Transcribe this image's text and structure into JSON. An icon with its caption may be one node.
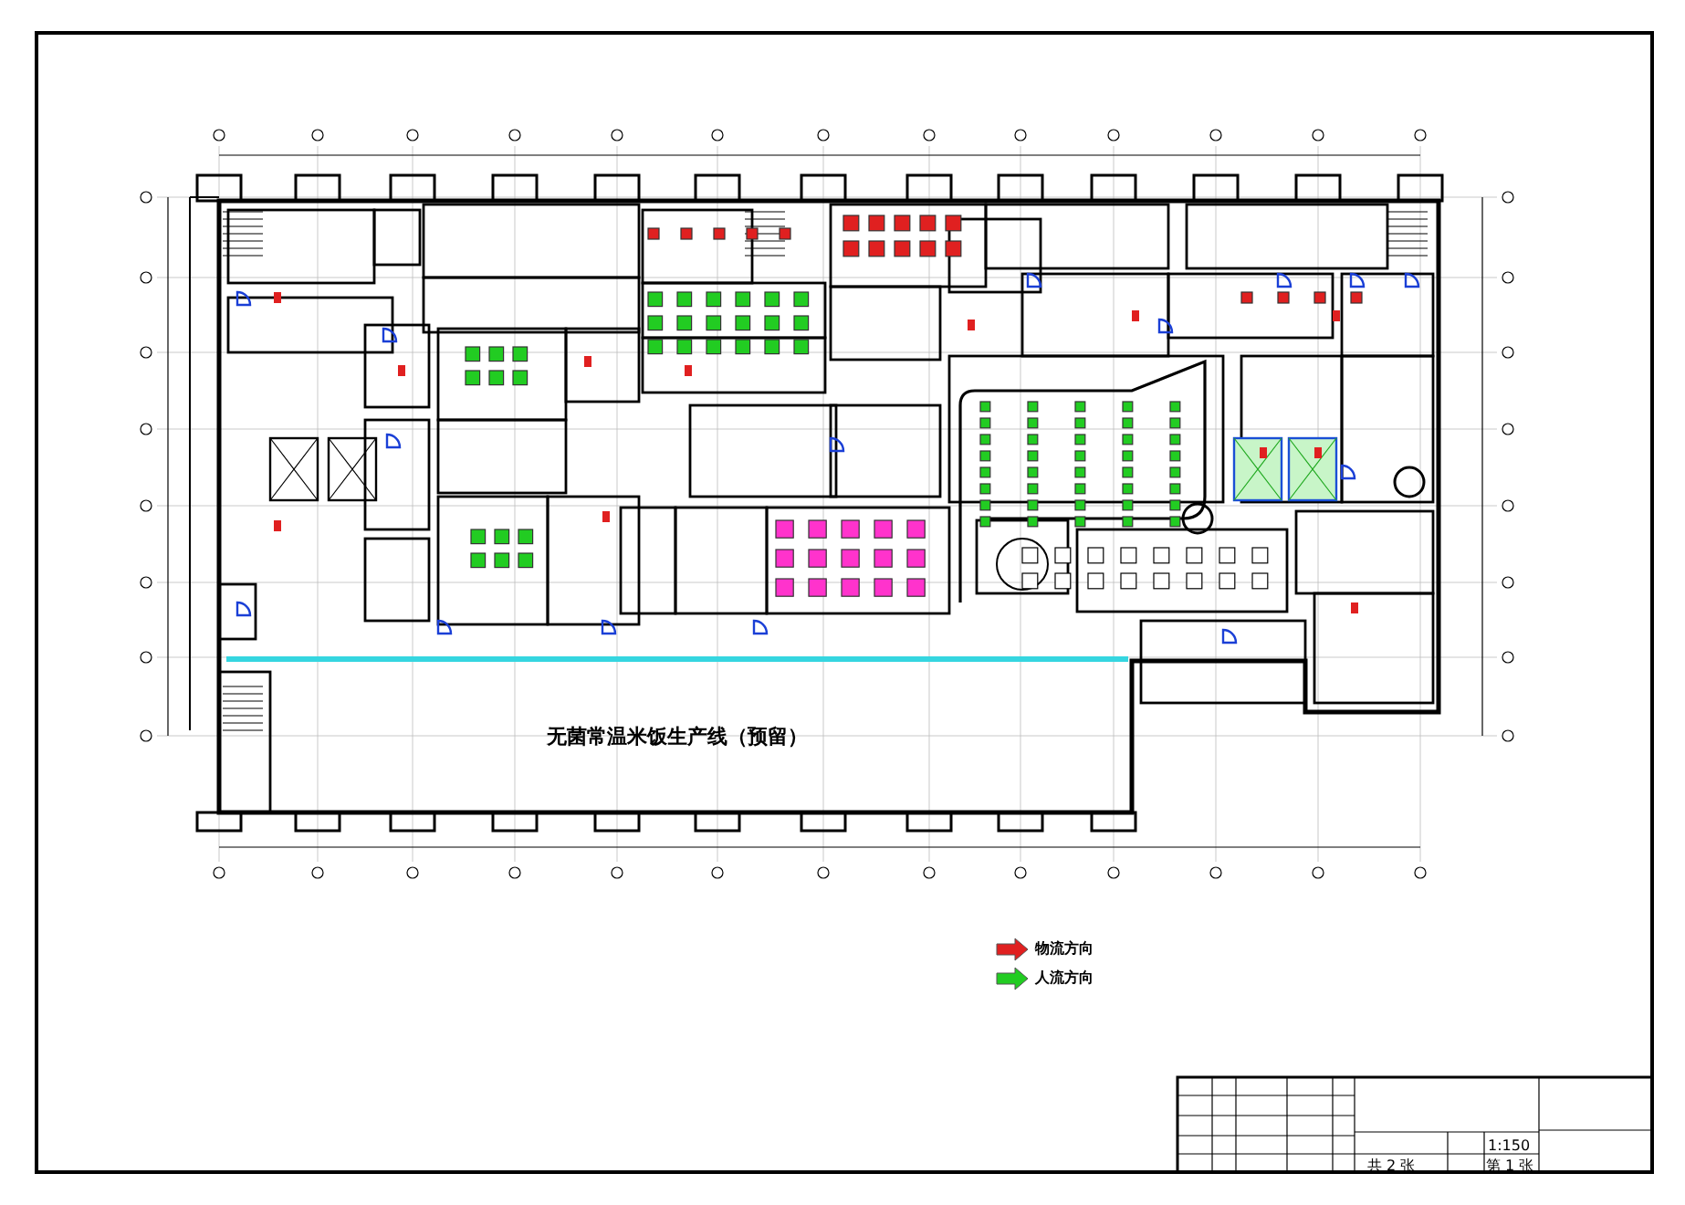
{
  "diagram": {
    "nodes": [
      {
        "text": [
          "无菌常温米饭生产线（预留）"
        ]
      }
    ],
    "edges": [],
    "labels": [
      "1:150",
      "共 2 张",
      "第 1 张"
    ],
    "legend": [
      {
        "text": "物流方向"
      },
      {
        "text": "人流方向"
      }
    ]
  }
}
